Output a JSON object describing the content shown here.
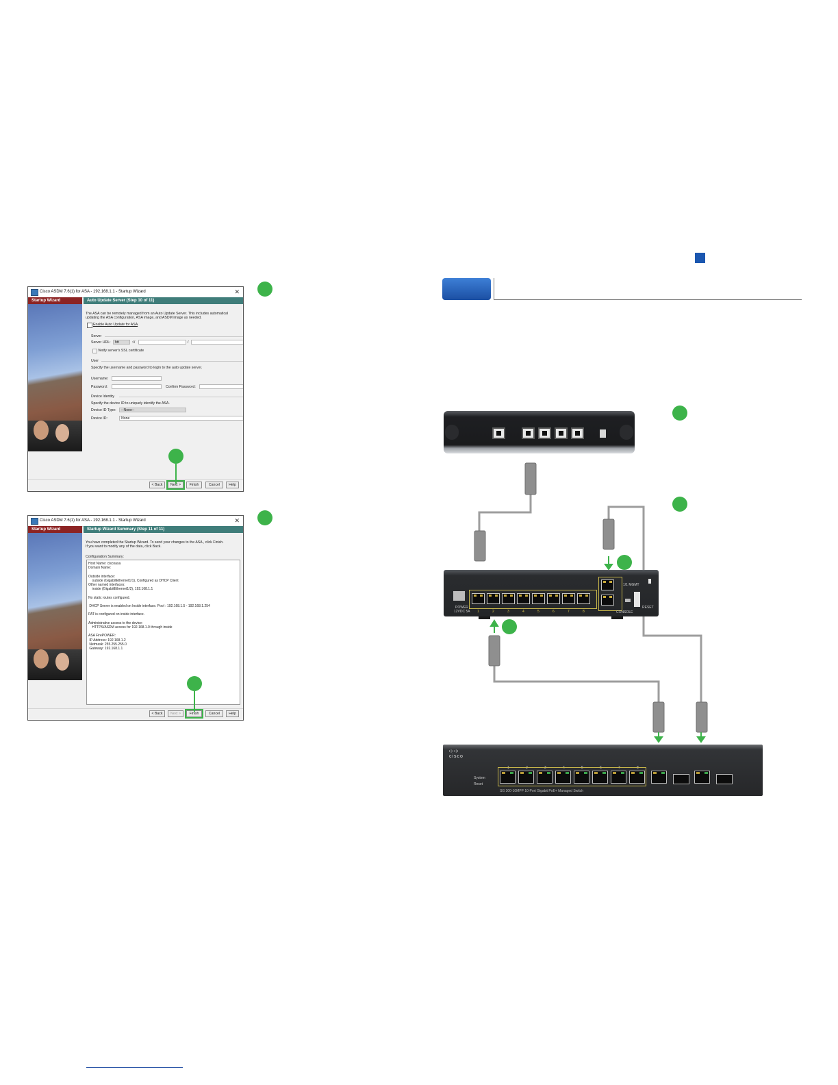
{
  "dialog1": {
    "title": "Cisco ASDM 7.6(1) for ASA - 192.168.1.1 - Startup Wizard",
    "sidebar_header": "Startup Wizard",
    "step_header": "Auto Update Server  (Step 10 of 11)",
    "intro_line1": "The ASA can be remotely managed from an Auto Update Server. This includes automatical",
    "intro_line2": "updating the ASA configuration, ASA image, and ASDM image as needed.",
    "enable_label": "Enable Auto Update for ASA",
    "server_section": "Server",
    "server_url_label": "Server URL:",
    "server_url_scheme": "htt",
    "url_sep1": "://",
    "url_sep2": "/",
    "verify_label": "Verify server's SSL certificate",
    "user_section": "User",
    "user_hint": "Specify the username and password to login to the auto update server.",
    "username_label": "Username:",
    "password_label": "Password:",
    "confirm_password_label": "Confirm Password:",
    "device_identity_section": "Device Identity",
    "device_hint": "Specify the device ID to uniquely identify the ASA.",
    "device_id_type_label": "Device ID Type:",
    "device_id_type_value": "--None--",
    "device_id_label": "Device ID:",
    "device_id_value": "None",
    "buttons": {
      "back": "< Back",
      "next": "Next >",
      "finish": "Finish",
      "cancel": "Cancel",
      "help": "Help"
    }
  },
  "dialog2": {
    "title": "Cisco ASDM 7.6(1) for ASA - 192.168.1.1 - Startup Wizard",
    "sidebar_header": "Startup Wizard",
    "step_header": "Startup Wizard Summary  (Step 11 of 11)",
    "intro_line1": "You have completed the Startup Wizard. To send your changes to the ASA , click Finish.",
    "intro_line2": "If you want to modify any of the data, click Back.",
    "summary_label": "Configuration Summary:",
    "summary_lines": [
      "Host Name: ciscoasa",
      "Domain Name:",
      "",
      "Outside interface:",
      "    outside (GigabitEthernet1/1), Configured as DHCP Client",
      "Other named interfaces:",
      "    inside (GigabitEthernet1/2), 192.168.1.1",
      "",
      "No static routes configured.",
      "",
      " DHCP Server is enabled on Inside interface. Pool : 192.168.1.5 - 192.168.1.254",
      "",
      "PAT is configured on inside interface.",
      "",
      "Administrative access to the device:",
      "    HTTPS/ASDM access for 192.168.1.0 through inside",
      "",
      "ASA FirePOWER:",
      " IP Address: 192.168.1.2",
      " Netmask: 255.255.255.0",
      " Gateway: 192.168.1.1"
    ],
    "buttons": {
      "back": "< Back",
      "next": "Next >",
      "finish": "Finish",
      "cancel": "Cancel",
      "help": "Help"
    }
  },
  "devices": {
    "asa_power_label": "POWER",
    "asa_power_rating": "12VDC 5A",
    "asa_port_numbers": [
      "1",
      "2",
      "3",
      "4",
      "5",
      "6",
      "7",
      "8"
    ],
    "asa_mgmt_label": "1/1 MGMT",
    "asa_console_label": "CONSOLE",
    "asa_reset_label": "RESET",
    "switch_brand": "cisco",
    "switch_model": "SG 300-10MPP 10-Port Gigabit PoE+ Managed Switch",
    "switch_system_label": "System",
    "switch_reset_label": "Reset",
    "switch_port_numbers": [
      "1",
      "2",
      "3",
      "4",
      "5",
      "6",
      "7",
      "8"
    ]
  },
  "colors": {
    "badge_green": "#3db34a",
    "dialog_title_red": "#8c2323",
    "dialog_step_teal": "#3f7d7a",
    "section_tab_blue": "#1b57b0",
    "cable_gray": "#9d9d9d"
  }
}
